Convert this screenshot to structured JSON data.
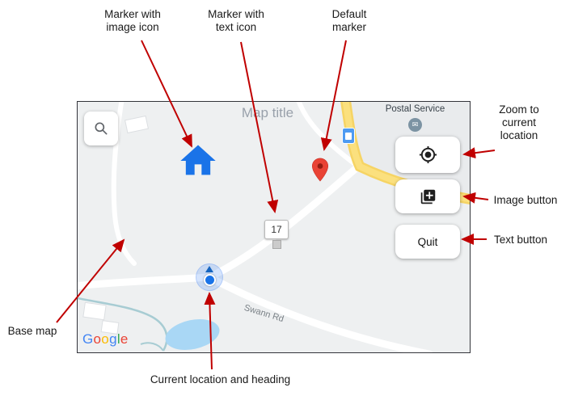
{
  "annotations": {
    "marker_image_icon": "Marker with\nimage icon",
    "marker_text_icon": "Marker with\ntext icon",
    "default_marker": "Default\nmarker",
    "zoom_current": "Zoom to\ncurrent\nlocation",
    "image_button": "Image button",
    "text_button": "Text button",
    "base_map": "Base map",
    "current_location": "Current location and heading"
  },
  "map": {
    "title": "Map title",
    "poi_postal": "Postal Service",
    "road_label": "Swann Rd",
    "text_marker_value": "17",
    "buttons": {
      "quit": "Quit"
    },
    "google": {
      "letters": [
        "G",
        "o",
        "o",
        "g",
        "l",
        "e"
      ]
    },
    "icons": {
      "postal_glyph": "✉",
      "search": "magnifier",
      "zoom_target": "crosshair",
      "image_button": "add-image",
      "home_marker": "house",
      "default_marker": "map-pin",
      "heading": "up-triangle"
    }
  },
  "colors": {
    "arrow_red": "#c00000",
    "marker_blue": "#1a73e8",
    "pin_red": "#ea4335",
    "road_yellow": "#f6d464",
    "water_blue": "#a9d7f5",
    "location_blue": "#4285f4",
    "google_letter_colors": [
      "#4285F4",
      "#EA4335",
      "#FBBC05",
      "#4285F4",
      "#34A853",
      "#EA4335"
    ]
  }
}
